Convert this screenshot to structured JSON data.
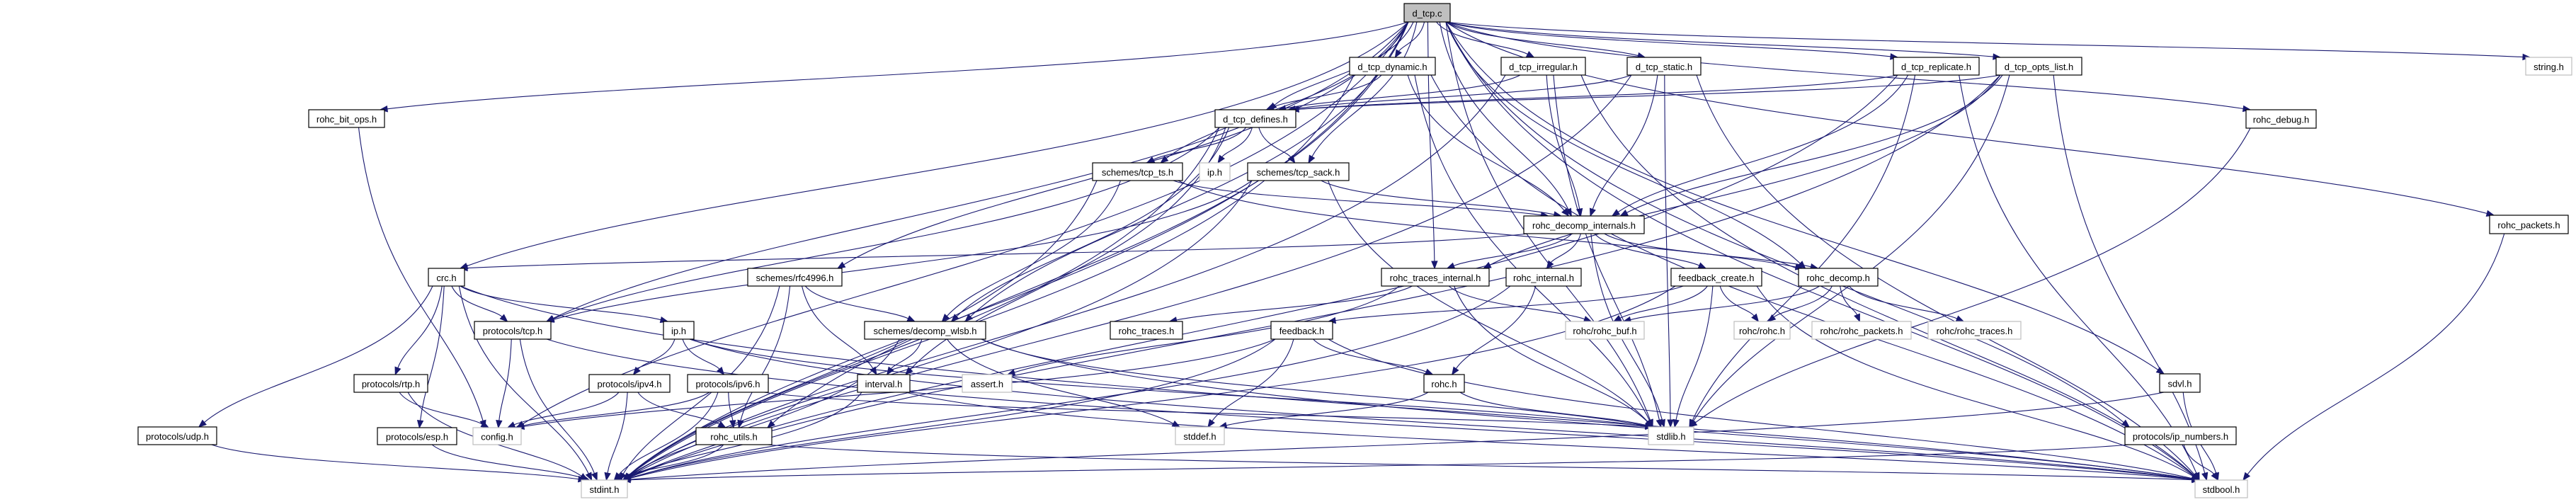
{
  "diagram": {
    "type": "include-dependency-graph",
    "root": "d_tcp.c",
    "nodes": [
      {
        "id": "d_tcp_c",
        "label": "d_tcp.c",
        "kind": "root"
      },
      {
        "id": "rohc_bit_ops_h",
        "label": "rohc_bit_ops.h",
        "kind": "documented"
      },
      {
        "id": "d_tcp_dynamic_h",
        "label": "d_tcp_dynamic.h",
        "kind": "documented"
      },
      {
        "id": "d_tcp_irregular_h",
        "label": "d_tcp_irregular.h",
        "kind": "documented"
      },
      {
        "id": "d_tcp_static_h",
        "label": "d_tcp_static.h",
        "kind": "documented"
      },
      {
        "id": "d_tcp_replicate_h",
        "label": "d_tcp_replicate.h",
        "kind": "documented"
      },
      {
        "id": "d_tcp_opts_list_h",
        "label": "d_tcp_opts_list.h",
        "kind": "documented"
      },
      {
        "id": "string_h",
        "label": "string.h",
        "kind": "external"
      },
      {
        "id": "d_tcp_defines_h",
        "label": "d_tcp_defines.h",
        "kind": "documented"
      },
      {
        "id": "rohc_debug_h",
        "label": "rohc_debug.h",
        "kind": "documented"
      },
      {
        "id": "schemes_tcp_ts_h",
        "label": "schemes/tcp_ts.h",
        "kind": "documented"
      },
      {
        "id": "ip_h_ext",
        "label": "ip.h",
        "kind": "external"
      },
      {
        "id": "schemes_tcp_sack_h",
        "label": "schemes/tcp_sack.h",
        "kind": "documented"
      },
      {
        "id": "rohc_decomp_internals_h",
        "label": "rohc_decomp_internals.h",
        "kind": "documented"
      },
      {
        "id": "rohc_packets_h",
        "label": "rohc_packets.h",
        "kind": "documented"
      },
      {
        "id": "crc_h",
        "label": "crc.h",
        "kind": "documented"
      },
      {
        "id": "schemes_rfc4996_h",
        "label": "schemes/rfc4996.h",
        "kind": "documented"
      },
      {
        "id": "rohc_traces_internal_h",
        "label": "rohc_traces_internal.h",
        "kind": "documented"
      },
      {
        "id": "rohc_internal_h",
        "label": "rohc_internal.h",
        "kind": "documented"
      },
      {
        "id": "feedback_create_h",
        "label": "feedback_create.h",
        "kind": "documented"
      },
      {
        "id": "rohc_decomp_h",
        "label": "rohc_decomp.h",
        "kind": "documented"
      },
      {
        "id": "protocols_tcp_h",
        "label": "protocols/tcp.h",
        "kind": "documented"
      },
      {
        "id": "ip_h",
        "label": "ip.h",
        "kind": "documented"
      },
      {
        "id": "schemes_decomp_wlsb_h",
        "label": "schemes/decomp_wlsb.h",
        "kind": "documented"
      },
      {
        "id": "rohc_traces_h",
        "label": "rohc_traces.h",
        "kind": "documented"
      },
      {
        "id": "feedback_h",
        "label": "feedback.h",
        "kind": "documented"
      },
      {
        "id": "rohc_rohc_buf_h",
        "label": "rohc/rohc_buf.h",
        "kind": "external"
      },
      {
        "id": "rohc_rohc_h",
        "label": "rohc/rohc.h",
        "kind": "external"
      },
      {
        "id": "rohc_rohc_packets_h",
        "label": "rohc/rohc_packets.h",
        "kind": "external"
      },
      {
        "id": "rohc_rohc_traces_h",
        "label": "rohc/rohc_traces.h",
        "kind": "external"
      },
      {
        "id": "protocols_rtp_h",
        "label": "protocols/rtp.h",
        "kind": "documented"
      },
      {
        "id": "protocols_ipv4_h",
        "label": "protocols/ipv4.h",
        "kind": "documented"
      },
      {
        "id": "protocols_ipv6_h",
        "label": "protocols/ipv6.h",
        "kind": "documented"
      },
      {
        "id": "interval_h",
        "label": "interval.h",
        "kind": "documented"
      },
      {
        "id": "assert_h",
        "label": "assert.h",
        "kind": "external"
      },
      {
        "id": "rohc_h",
        "label": "rohc.h",
        "kind": "documented"
      },
      {
        "id": "sdvl_h",
        "label": "sdvl.h",
        "kind": "documented"
      },
      {
        "id": "protocols_udp_h",
        "label": "protocols/udp.h",
        "kind": "documented"
      },
      {
        "id": "protocols_esp_h",
        "label": "protocols/esp.h",
        "kind": "documented"
      },
      {
        "id": "config_h",
        "label": "config.h",
        "kind": "external"
      },
      {
        "id": "rohc_utils_h",
        "label": "rohc_utils.h",
        "kind": "documented"
      },
      {
        "id": "stddef_h",
        "label": "stddef.h",
        "kind": "external"
      },
      {
        "id": "stdlib_h",
        "label": "stdlib.h",
        "kind": "external"
      },
      {
        "id": "protocols_ip_numbers_h",
        "label": "protocols/ip_numbers.h",
        "kind": "documented"
      },
      {
        "id": "stdint_h",
        "label": "stdint.h",
        "kind": "external"
      },
      {
        "id": "stdbool_h",
        "label": "stdbool.h",
        "kind": "external"
      }
    ],
    "edges": [
      [
        "d_tcp_c",
        "rohc_bit_ops_h"
      ],
      [
        "d_tcp_c",
        "d_tcp_dynamic_h"
      ],
      [
        "d_tcp_c",
        "d_tcp_irregular_h"
      ],
      [
        "d_tcp_c",
        "d_tcp_static_h"
      ],
      [
        "d_tcp_c",
        "d_tcp_replicate_h"
      ],
      [
        "d_tcp_c",
        "d_tcp_opts_list_h"
      ],
      [
        "d_tcp_c",
        "string_h"
      ],
      [
        "d_tcp_c",
        "d_tcp_defines_h"
      ],
      [
        "d_tcp_c",
        "rohc_debug_h"
      ],
      [
        "d_tcp_c",
        "schemes_tcp_ts_h"
      ],
      [
        "d_tcp_c",
        "schemes_tcp_sack_h"
      ],
      [
        "d_tcp_c",
        "rohc_decomp_internals_h"
      ],
      [
        "d_tcp_c",
        "rohc_packets_h"
      ],
      [
        "d_tcp_c",
        "crc_h"
      ],
      [
        "d_tcp_c",
        "schemes_rfc4996_h"
      ],
      [
        "d_tcp_c",
        "rohc_traces_internal_h"
      ],
      [
        "d_tcp_c",
        "rohc_decomp_h"
      ],
      [
        "d_tcp_c",
        "protocols_tcp_h"
      ],
      [
        "d_tcp_c",
        "schemes_decomp_wlsb_h"
      ],
      [
        "d_tcp_c",
        "rohc_utils_h"
      ],
      [
        "d_tcp_c",
        "sdvl_h"
      ],
      [
        "d_tcp_c",
        "protocols_ip_numbers_h"
      ],
      [
        "d_tcp_c",
        "config_h"
      ],
      [
        "d_tcp_c",
        "stdint_h"
      ],
      [
        "d_tcp_c",
        "stdbool_h"
      ],
      [
        "d_tcp_c",
        "stdlib_h"
      ],
      [
        "rohc_bit_ops_h",
        "config_h"
      ],
      [
        "d_tcp_dynamic_h",
        "d_tcp_defines_h"
      ],
      [
        "d_tcp_dynamic_h",
        "rohc_decomp_internals_h"
      ],
      [
        "d_tcp_dynamic_h",
        "stdint_h"
      ],
      [
        "d_tcp_dynamic_h",
        "stdbool_h"
      ],
      [
        "d_tcp_dynamic_h",
        "stdlib_h"
      ],
      [
        "d_tcp_irregular_h",
        "d_tcp_defines_h"
      ],
      [
        "d_tcp_irregular_h",
        "rohc_decomp_internals_h"
      ],
      [
        "d_tcp_irregular_h",
        "stdint_h"
      ],
      [
        "d_tcp_irregular_h",
        "stdbool_h"
      ],
      [
        "d_tcp_irregular_h",
        "stdlib_h"
      ],
      [
        "d_tcp_static_h",
        "d_tcp_defines_h"
      ],
      [
        "d_tcp_static_h",
        "rohc_decomp_internals_h"
      ],
      [
        "d_tcp_static_h",
        "stdint_h"
      ],
      [
        "d_tcp_static_h",
        "stdbool_h"
      ],
      [
        "d_tcp_static_h",
        "stdlib_h"
      ],
      [
        "d_tcp_replicate_h",
        "d_tcp_defines_h"
      ],
      [
        "d_tcp_replicate_h",
        "rohc_decomp_internals_h"
      ],
      [
        "d_tcp_replicate_h",
        "stdint_h"
      ],
      [
        "d_tcp_replicate_h",
        "stdbool_h"
      ],
      [
        "d_tcp_replicate_h",
        "stdlib_h"
      ],
      [
        "d_tcp_opts_list_h",
        "d_tcp_defines_h"
      ],
      [
        "d_tcp_opts_list_h",
        "rohc_decomp_internals_h"
      ],
      [
        "d_tcp_opts_list_h",
        "rohc_traces_internal_h"
      ],
      [
        "d_tcp_opts_list_h",
        "stdint_h"
      ],
      [
        "d_tcp_opts_list_h",
        "stdbool_h"
      ],
      [
        "d_tcp_opts_list_h",
        "stdlib_h"
      ],
      [
        "d_tcp_defines_h",
        "schemes_tcp_ts_h"
      ],
      [
        "d_tcp_defines_h",
        "ip_h_ext"
      ],
      [
        "d_tcp_defines_h",
        "schemes_tcp_sack_h"
      ],
      [
        "d_tcp_defines_h",
        "protocols_tcp_h"
      ],
      [
        "d_tcp_defines_h",
        "schemes_decomp_wlsb_h"
      ],
      [
        "d_tcp_defines_h",
        "interval_h"
      ],
      [
        "d_tcp_defines_h",
        "stdint_h"
      ],
      [
        "rohc_debug_h",
        "stdlib_h"
      ],
      [
        "schemes_tcp_ts_h",
        "rohc_decomp_internals_h"
      ],
      [
        "schemes_tcp_ts_h",
        "schemes_decomp_wlsb_h"
      ],
      [
        "schemes_tcp_ts_h",
        "rohc_decomp_h"
      ],
      [
        "schemes_tcp_ts_h",
        "stdint_h"
      ],
      [
        "schemes_tcp_sack_h",
        "rohc_decomp_internals_h"
      ],
      [
        "schemes_tcp_sack_h",
        "protocols_tcp_h"
      ],
      [
        "schemes_tcp_sack_h",
        "stdlib_h"
      ],
      [
        "schemes_tcp_sack_h",
        "stdint_h"
      ],
      [
        "rohc_decomp_internals_h",
        "crc_h"
      ],
      [
        "rohc_decomp_internals_h",
        "rohc_traces_internal_h"
      ],
      [
        "rohc_decomp_internals_h",
        "rohc_internal_h"
      ],
      [
        "rohc_decomp_internals_h",
        "feedback_create_h"
      ],
      [
        "rohc_decomp_internals_h",
        "rohc_decomp_h"
      ],
      [
        "rohc_decomp_internals_h",
        "stdlib_h"
      ],
      [
        "rohc_packets_h",
        "stdbool_h"
      ],
      [
        "crc_h",
        "protocols_tcp_h"
      ],
      [
        "crc_h",
        "ip_h"
      ],
      [
        "crc_h",
        "protocols_rtp_h"
      ],
      [
        "crc_h",
        "protocols_esp_h"
      ],
      [
        "crc_h",
        "protocols_udp_h"
      ],
      [
        "crc_h",
        "stdint_h"
      ],
      [
        "crc_h",
        "stdbool_h"
      ],
      [
        "schemes_rfc4996_h",
        "schemes_decomp_wlsb_h"
      ],
      [
        "schemes_rfc4996_h",
        "interval_h"
      ],
      [
        "schemes_rfc4996_h",
        "rohc_utils_h"
      ],
      [
        "schemes_rfc4996_h",
        "stdint_h"
      ],
      [
        "rohc_traces_internal_h",
        "rohc_traces_h"
      ],
      [
        "rohc_traces_internal_h",
        "rohc_rohc_buf_h"
      ],
      [
        "rohc_traces_internal_h",
        "stdlib_h"
      ],
      [
        "rohc_traces_internal_h",
        "assert_h"
      ],
      [
        "rohc_internal_h",
        "rohc_h"
      ],
      [
        "rohc_internal_h",
        "stdint_h"
      ],
      [
        "feedback_create_h",
        "feedback_h"
      ],
      [
        "feedback_create_h",
        "rohc_rohc_buf_h"
      ],
      [
        "feedback_create_h",
        "rohc_rohc_h"
      ],
      [
        "feedback_create_h",
        "stdlib_h"
      ],
      [
        "feedback_create_h",
        "stdbool_h"
      ],
      [
        "feedback_create_h",
        "stdint_h"
      ],
      [
        "rohc_decomp_h",
        "rohc_rohc_buf_h"
      ],
      [
        "rohc_decomp_h",
        "rohc_rohc_h"
      ],
      [
        "rohc_decomp_h",
        "rohc_rohc_packets_h"
      ],
      [
        "rohc_decomp_h",
        "rohc_rohc_traces_h"
      ],
      [
        "protocols_tcp_h",
        "config_h"
      ],
      [
        "protocols_tcp_h",
        "stdint_h"
      ],
      [
        "protocols_tcp_h",
        "stdbool_h"
      ],
      [
        "ip_h",
        "protocols_ipv4_h"
      ],
      [
        "ip_h",
        "protocols_ipv6_h"
      ],
      [
        "ip_h",
        "stdlib_h"
      ],
      [
        "ip_h",
        "stdbool_h"
      ],
      [
        "schemes_decomp_wlsb_h",
        "interval_h"
      ],
      [
        "schemes_decomp_wlsb_h",
        "stdlib_h"
      ],
      [
        "schemes_decomp_wlsb_h",
        "stddef_h"
      ],
      [
        "schemes_decomp_wlsb_h",
        "stdbool_h"
      ],
      [
        "schemes_decomp_wlsb_h",
        "stdint_h"
      ],
      [
        "feedback_h",
        "rohc_h"
      ],
      [
        "feedback_h",
        "config_h"
      ],
      [
        "feedback_h",
        "stddef_h"
      ],
      [
        "feedback_h",
        "stdint_h"
      ],
      [
        "feedback_h",
        "stdbool_h"
      ],
      [
        "protocols_rtp_h",
        "config_h"
      ],
      [
        "protocols_rtp_h",
        "stdint_h"
      ],
      [
        "protocols_ipv4_h",
        "config_h"
      ],
      [
        "protocols_ipv4_h",
        "rohc_utils_h"
      ],
      [
        "protocols_ipv4_h",
        "stdint_h"
      ],
      [
        "protocols_ipv6_h",
        "config_h"
      ],
      [
        "protocols_ipv6_h",
        "rohc_utils_h"
      ],
      [
        "protocols_ipv6_h",
        "stdint_h"
      ],
      [
        "protocols_ipv6_h",
        "stdlib_h"
      ],
      [
        "interval_h",
        "stdint_h"
      ],
      [
        "interval_h",
        "stdbool_h"
      ],
      [
        "rohc_h",
        "stddef_h"
      ],
      [
        "rohc_h",
        "stdlib_h"
      ],
      [
        "sdvl_h",
        "stdint_h"
      ],
      [
        "sdvl_h",
        "stdbool_h"
      ],
      [
        "protocols_udp_h",
        "stdint_h"
      ],
      [
        "protocols_esp_h",
        "stdint_h"
      ],
      [
        "rohc_utils_h",
        "stdint_h"
      ],
      [
        "rohc_utils_h",
        "stdbool_h"
      ],
      [
        "protocols_ip_numbers_h",
        "stdint_h"
      ],
      [
        "protocols_ip_numbers_h",
        "stdbool_h"
      ]
    ],
    "colors": {
      "edge": "#191970",
      "root_fill": "#bfbfbf",
      "external_border": "#bfbfbf",
      "node_border": "#000000"
    }
  }
}
